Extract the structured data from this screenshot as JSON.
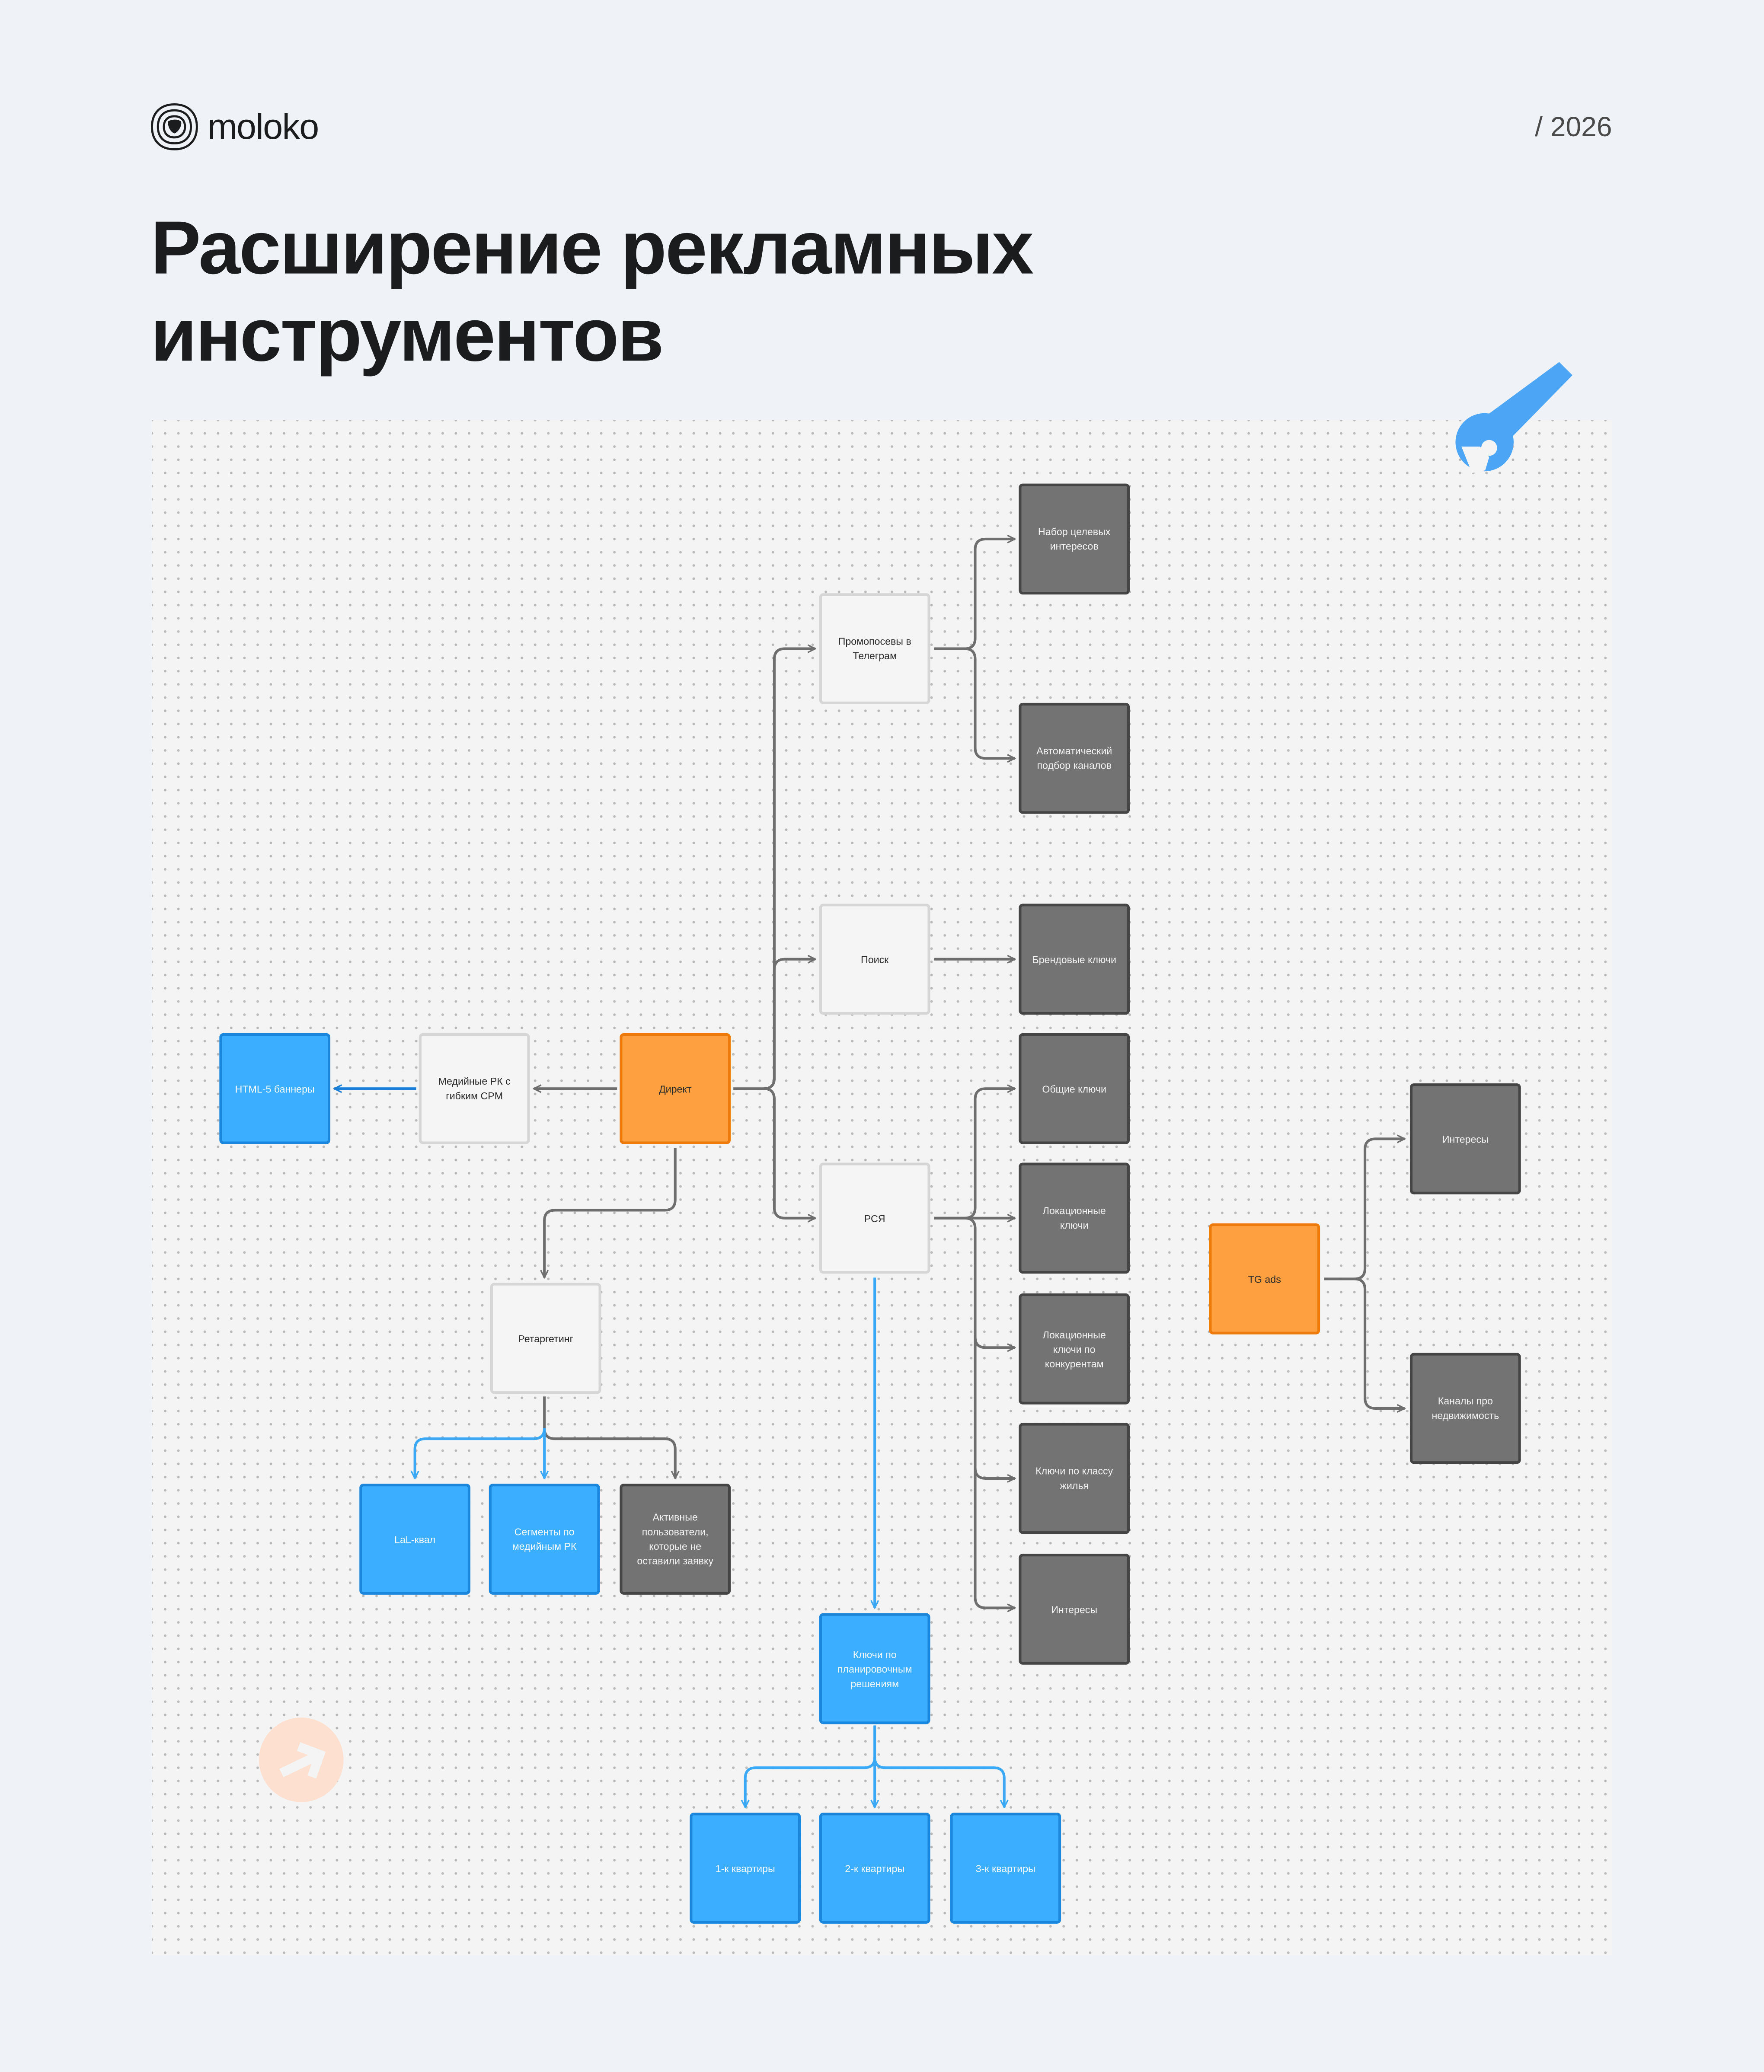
{
  "header": {
    "brand": "moloko",
    "year": "/ 2026",
    "title_line1": "Расширение рекламных",
    "title_line2": "инструментов"
  },
  "colors": {
    "primary": "#ffa040",
    "secondary_blue": "#3baeff",
    "dark_node": "#737373",
    "light_node": "#f5f5f5",
    "accent_wrench": "#4da6f5"
  },
  "icons": [
    "moloko-logo-icon",
    "wrench-icon",
    "arrow-up-right-icon"
  ],
  "nodes": {
    "direct": "Директ",
    "media_rk": "Медийные РК с гибким CPM",
    "html5": "HTML-5 баннеры",
    "promo_tg": "Промопосевы в Телеграм",
    "target_interests": "Набор целевых интересов",
    "auto_channels": "Автоматический подбор каналов",
    "search": "Поиск",
    "brand_keys": "Брендовые ключи",
    "rsya": "РСЯ",
    "general_keys": "Общие ключи",
    "location_keys": "Локационные ключи",
    "location_competitors": "Локационные ключи по конкурентам",
    "class_keys": "Ключи по классу жилья",
    "interests_rsya": "Интересы",
    "layout_keys": "Ключи по планировочным решениям",
    "flat1": "1-к квартиры",
    "flat2": "2-к квартиры",
    "flat3": "3-к квартиры",
    "retargeting": "Ретаргетинг",
    "lal": "LaL-квал",
    "segments": "Сегменты по медийным РК",
    "active_users": "Активные пользователи, которые не оставили заявку",
    "tg_ads": "TG ads",
    "tg_interests": "Интересы",
    "realty_channels": "Каналы про недвижимость"
  }
}
